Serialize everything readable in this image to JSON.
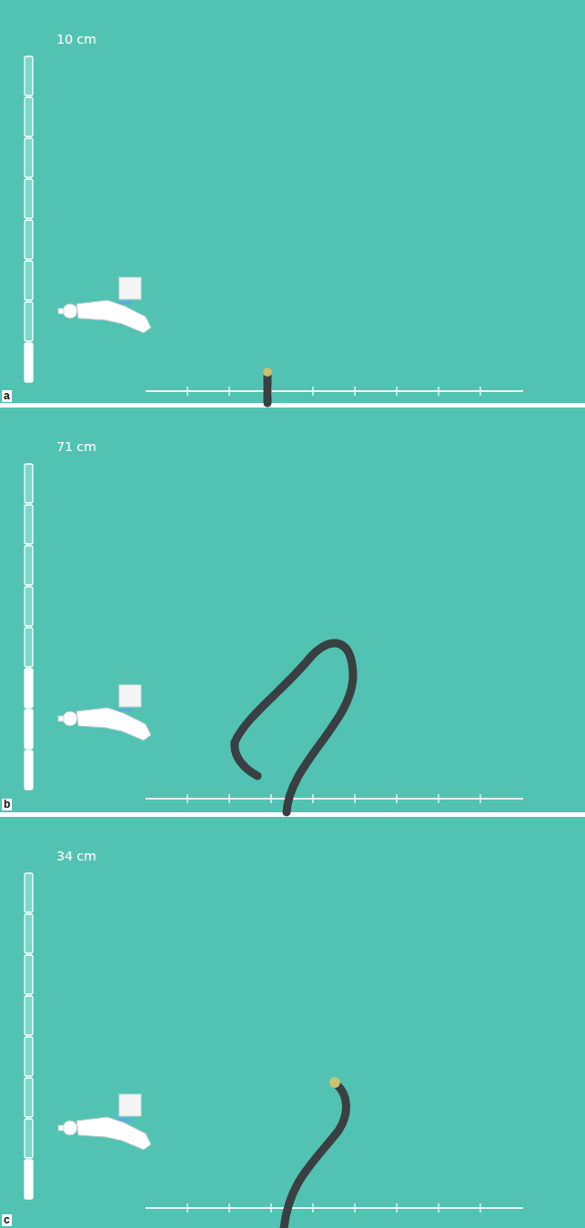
{
  "diagram": {
    "labels": [
      "10 cm",
      "a",
      "71 cm",
      "b",
      "34 cm",
      "c"
    ]
  }
}
